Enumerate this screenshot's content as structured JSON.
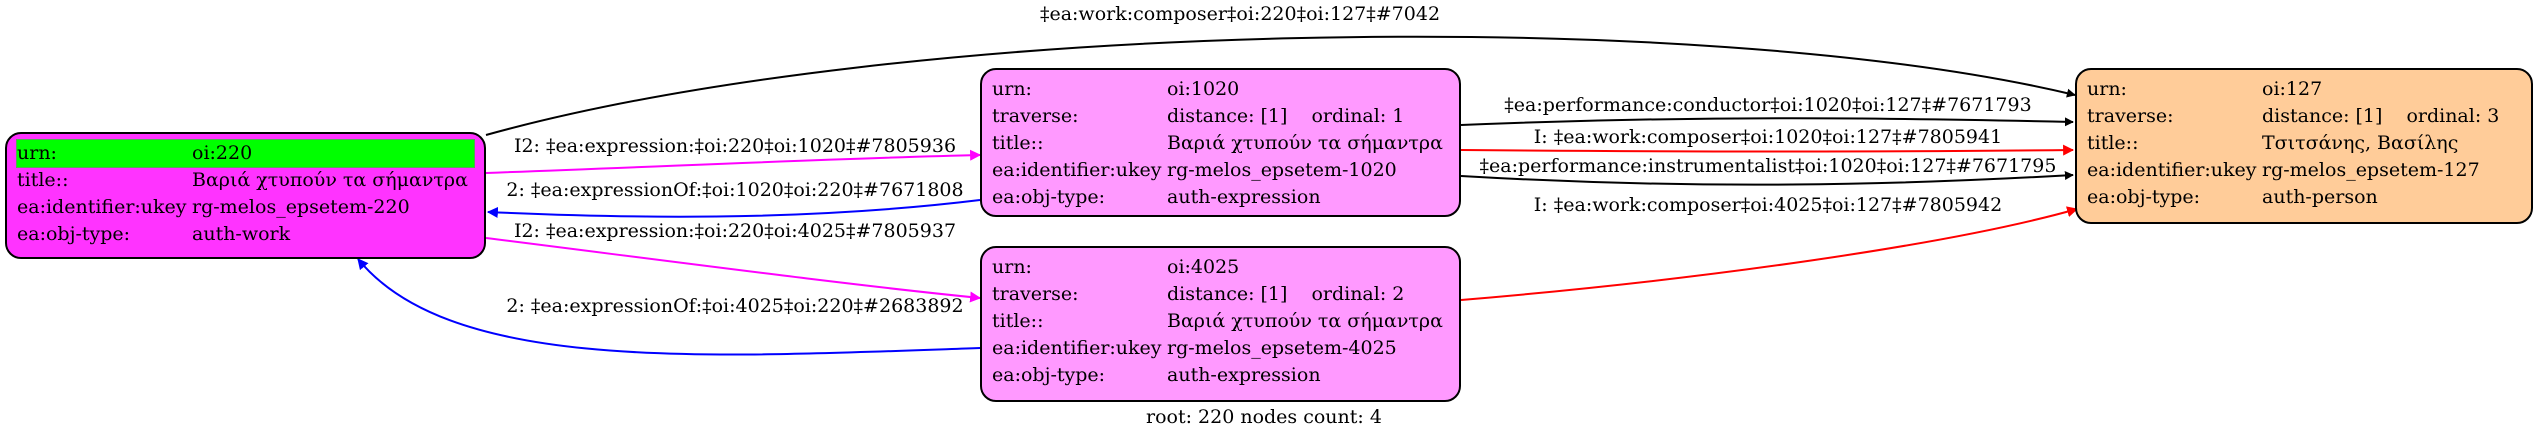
{
  "colors": {
    "node_root": "#ff33ff",
    "node_expression": "#ff99ff",
    "node_person": "#ffcc99",
    "highlight": "#00ff00",
    "edge_black": "#000000",
    "edge_magenta": "#ff00ff",
    "edge_blue": "#0000ff",
    "edge_red": "#ff0000"
  },
  "nodes": {
    "n220": {
      "urn_key": "urn:",
      "urn": "oi:220",
      "title_key": "title::",
      "title": "Βαριά χτυπούν τα σήμαντρα",
      "ukey_key": "ea:identifier:ukey",
      "ukey": "rg-melos_epsetem-220",
      "type_key": "ea:obj-type:",
      "type": "auth-work"
    },
    "n1020": {
      "urn_key": "urn:",
      "urn": "oi:1020",
      "traverse_key": "traverse:",
      "distance": "distance: [1]",
      "ordinal": "ordinal: 1",
      "title_key": "title::",
      "title": "Βαριά χτυπούν τα σήμαντρα",
      "ukey_key": "ea:identifier:ukey",
      "ukey": "rg-melos_epsetem-1020",
      "type_key": "ea:obj-type:",
      "type": "auth-expression"
    },
    "n4025": {
      "urn_key": "urn:",
      "urn": "oi:4025",
      "traverse_key": "traverse:",
      "distance": "distance: [1]",
      "ordinal": "ordinal: 2",
      "title_key": "title::",
      "title": "Βαριά χτυπούν τα σήμαντρα",
      "ukey_key": "ea:identifier:ukey",
      "ukey": "rg-melos_epsetem-4025",
      "type_key": "ea:obj-type:",
      "type": "auth-expression"
    },
    "n127": {
      "urn_key": "urn:",
      "urn": "oi:127",
      "traverse_key": "traverse:",
      "distance": "distance: [1]",
      "ordinal": "ordinal: 3",
      "title_key": "title::",
      "title": "Τσιτσάνης, Βασίλης",
      "ukey_key": "ea:identifier:ukey",
      "ukey": "rg-melos_epsetem-127",
      "type_key": "ea:obj-type:",
      "type": "auth-person"
    }
  },
  "edges": {
    "e1": "‡ea:work:composer‡oi:220‡oi:127‡#7042",
    "e2": "I2: ‡ea:expression:‡oi:220‡oi:1020‡#7805936",
    "e3": "2: ‡ea:expressionOf:‡oi:1020‡oi:220‡#7671808",
    "e4": "I2: ‡ea:expression:‡oi:220‡oi:4025‡#7805937",
    "e5": "2: ‡ea:expressionOf:‡oi:4025‡oi:220‡#2683892",
    "e6": "‡ea:performance:conductor‡oi:1020‡oi:127‡#7671793",
    "e7": "I: ‡ea:work:composer‡oi:1020‡oi:127‡#7805941",
    "e8": "‡ea:performance:instrumentalist‡oi:1020‡oi:127‡#7671795",
    "e9": "I: ‡ea:work:composer‡oi:4025‡oi:127‡#7805942"
  },
  "footer": "root: 220 nodes count: 4"
}
